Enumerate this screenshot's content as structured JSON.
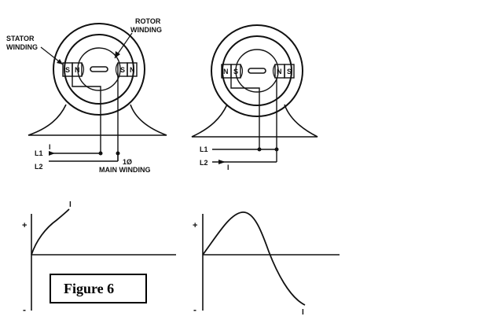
{
  "left_motor": {
    "stator_label_line1": "STATOR",
    "stator_label_line2": "WINDING",
    "rotor_label_line1": "ROTOR",
    "rotor_label_line2": "WINDING",
    "stator_poles": [
      "S",
      "N"
    ],
    "rotor_poles": [
      "S",
      "N"
    ],
    "line1": "L1",
    "line2": "L2",
    "current": "I",
    "phase": "1Ø",
    "main_winding": "MAIN WINDING"
  },
  "right_motor": {
    "stator_poles": [
      "N",
      "S"
    ],
    "rotor_poles": [
      "N",
      "S"
    ],
    "line1": "L1",
    "line2": "L2",
    "current": "I"
  },
  "left_graph": {
    "plus": "+",
    "minus": "-",
    "curve_label": "I"
  },
  "right_graph": {
    "plus": "+",
    "minus": "-",
    "curve_label": "I"
  },
  "figure_caption": "Figure 6"
}
